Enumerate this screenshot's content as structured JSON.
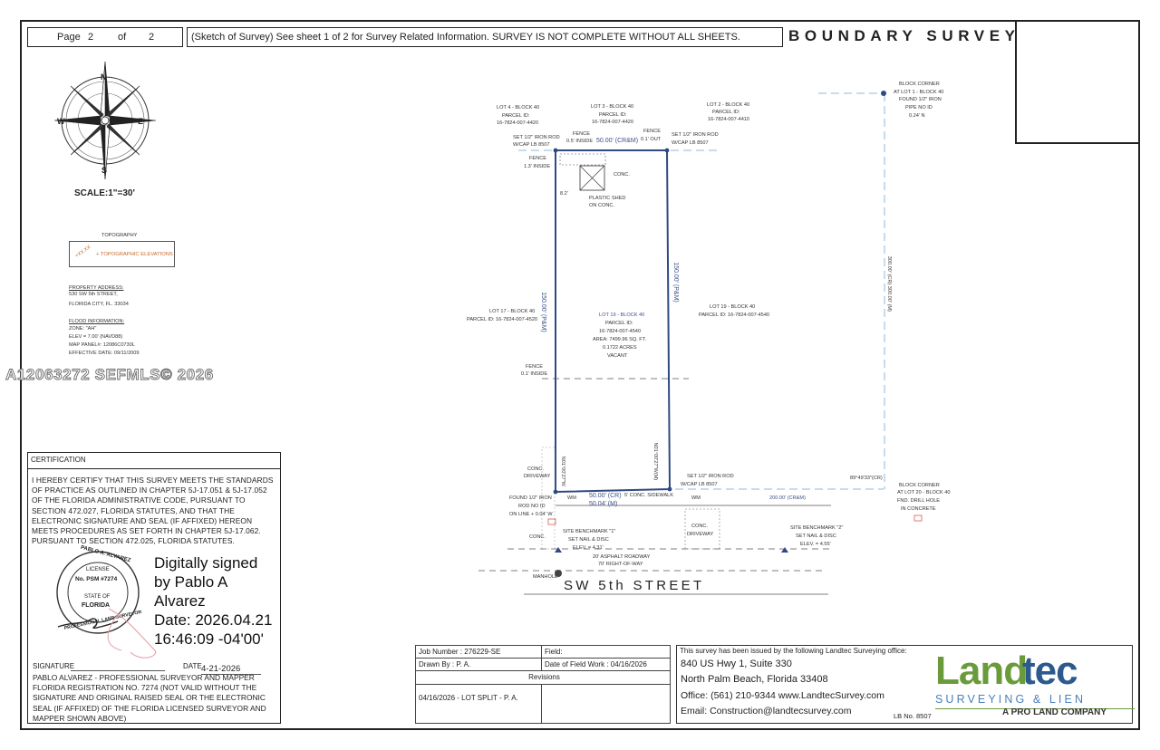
{
  "header": {
    "page_label": "Page",
    "page_num": "2",
    "page_of": "of",
    "page_total": "2",
    "sketch_note": "(Sketch of Survey) See sheet 1 of 2 for Survey Related Information. SURVEY IS NOT COMPLETE WITHOUT ALL SHEETS.",
    "title": "BOUNDARY SURVEY"
  },
  "compass": {
    "letters": [
      "N",
      "E",
      "S",
      "W"
    ],
    "scale": "SCALE:1\"=30'"
  },
  "legend": {
    "topo_title": "TOPOGRAPHY",
    "topo_item": "+ TOPOGRAPHIC ELEVATIONS",
    "topo_symbol": "+XX.XX"
  },
  "property": {
    "address_title": "PROPERTY ADDRESS:",
    "address_line1": "530 SW 5th STREET,",
    "address_line2": "FLORIDA CITY, FL. 33034",
    "flood_title": "FLOOD INFORMATION:",
    "flood_zone": "ZONE: \"AH\"",
    "flood_elev": "ELEV = 7.00' (NAVD88)",
    "flood_panel": "MAP PANEL#: 12086C0730L",
    "flood_date": "EFFECTIVE DATE: 09/11/2009"
  },
  "watermark": "A12063272  SEFMLS© 2026",
  "certification": {
    "heading": "CERTIFICATION",
    "text": "I HEREBY CERTIFY THAT THIS SURVEY MEETS THE STANDARDS OF PRACTICE AS OUTLINED IN CHAPTER 5J-17.051 & 5J-17.052 OF THE FLORIDA ADMINISTRATIVE CODE, PURSUANT TO SECTION 472.027, FLORIDA STATUTES, AND THAT THE ELECTRONIC SIGNATURE AND SEAL (IF AFFIXED) HEREON MEETS PROCEDURES AS SET FORTH IN CHAPTER 5J-17.062. PURSUANT TO SECTION 472.025, FLORIDA STATUTES.",
    "seal_top": "PABLO A. ALVAREZ",
    "seal_license": "LICENSE",
    "seal_psm": "No. PSM #7274",
    "seal_state": "STATE OF",
    "seal_florida": "FLORIDA",
    "seal_bottom": "PROFESSIONAL LAND SURVEYOR",
    "digital_1": "Digitally signed",
    "digital_2": "by Pablo A",
    "digital_3": "Alvarez",
    "digital_4": "Date: 2026.04.21",
    "digital_5": "16:46:09 -04'00'",
    "signature_label": "SIGNATURE",
    "date_label": "DATE",
    "date_value": "4-21-2026",
    "surveyor_text": "PABLO ALVAREZ - PROFESSIONAL SURVEYOR AND MAPPER FLORIDA REGISTRATION NO. 7274 (NOT VALID WITHOUT THE SIGNATURE AND ORIGINAL RAISED SEAL OR THE ELECTRONIC SEAL (IF AFFIXED) OF THE FLORIDA LICENSED SURVEYOR AND MAPPER SHOWN ABOVE)"
  },
  "job": {
    "job_number": "Job Number : 276229-SE",
    "field": "Field:",
    "drawn_by": "Drawn By : P. A.",
    "field_date": "Date of Field Work : 04/16/2026",
    "revisions": "Revisions",
    "revision_1": "04/16/2026 - LOT SPLIT - P. A."
  },
  "office": {
    "issued": "This survey has been issued by the following Landtec Surveying office:",
    "address1": "840 US Hwy 1, Suite 330",
    "address2": "North Palm Beach, Florida 33408",
    "phone": "Office: (561) 210-9344  www.LandtecSurvey.com",
    "email": "Email: Construction@landtecsurvey.com",
    "lb": "LB No. 8507",
    "logo_land": "Land",
    "logo_tec": "tec",
    "logo_sub": "SURVEYING & LIEN",
    "logo_sub2": "A PRO LAND COMPANY"
  },
  "sketch": {
    "lot4": [
      "LOT 4 - BLOCK 40",
      "PARCEL ID:",
      "16-7824-007-4420"
    ],
    "lot3": [
      "LOT 3 - BLOCK 40",
      "PARCEL ID:",
      "16-7824-007-4420"
    ],
    "lot2": [
      "LOT 2 - BLOCK 40",
      "PARCEL ID:",
      "16-7824-007-4410"
    ],
    "block_corner_top": [
      "BLOCK CORNER",
      "AT LOT 1 - BLOCK 40",
      "FOUND 1/2\" IRON",
      "PIPE NO ID",
      "0.24' N"
    ],
    "set_rod_left": [
      "SET 1/2\" IRON ROD",
      "W/CAP LB 8507"
    ],
    "fence_top_left": [
      "FENCE",
      "0.5' INSIDE"
    ],
    "top_dim": "50.00' (CR&M)",
    "fence_top_right": [
      "FENCE",
      "0.1' OUT"
    ],
    "set_rod_right": [
      "SET 1/2\" IRON ROD",
      "W/CAP LB 8507"
    ],
    "fence_left": [
      "FENCE",
      "1.3' INSIDE"
    ],
    "conc": "CONC.",
    "shed": [
      "PLASTIC SHED",
      "ON CONC."
    ],
    "shed_dim": "8.2'",
    "lot17": [
      "LOT 17 - BLOCK 40",
      "PARCEL ID: 16-7824-007-4520"
    ],
    "lot19_center": [
      "LOT 19 - BLOCK 40",
      "PARCEL ID:",
      "16-7824-007-4540",
      "AREA: 7499.96 SQ. FT.",
      "0.1722 ACRES",
      "VACANT"
    ],
    "lot19_right": [
      "LOT 19 - BLOCK 40",
      "PARCEL ID: 16-7824-007-4540"
    ],
    "left_dim": "150.00' (P&M)",
    "right_dim": "150.00' (P&M)",
    "east_dim": "300.00' (CR) 300.00' (M)",
    "fence_mid": [
      "FENCE",
      "0.1' INSIDE"
    ],
    "conc_driveway_left": [
      "CONC.",
      "DRIVEWAY"
    ],
    "bearing_left": "N01°00'27\"W",
    "bearing_right": "N01°00'27\"W(M)",
    "found_rod": [
      "FOUND 1/2\" IRON",
      "ROD NO ID",
      "ON LINE + 0.04' W"
    ],
    "wm1": "WM",
    "bottom_dim1": "50.00' (CR)",
    "bottom_dim2": "50.04' (M)",
    "sidewalk": "5' CONC. SIDEWALK",
    "set_rod_bottom": [
      "SET 1/2\" IRON ROD",
      "W/CAP LB 8507"
    ],
    "wm2": "WM",
    "dist_200": "200.00' (CR&M)",
    "angle": "89°49'33\"(CR)",
    "block_corner_bot": [
      "BLOCK CORNER",
      "AT LOT 20 - BLOCK 40",
      "FND. DRILL HOLE",
      "IN CONCRETE"
    ],
    "conc_left2": "CONC.",
    "conc_driveway_right": [
      "CONC.",
      "DRIVEWAY"
    ],
    "benchmark1": [
      "SITE BENCHMARK \"1\"",
      "SET NAIL & DISC",
      "ELEV. = 4.31'"
    ],
    "benchmark2": [
      "SITE BENCHMARK \"2\"",
      "SET NAIL & DISC",
      "ELEV. = 4.55'"
    ],
    "roadway": [
      "20' ASPHALT ROADWAY",
      "70' RIGHT-OF-WAY"
    ],
    "manhole": "MANHOLE",
    "street": "SW 5th STREET"
  }
}
